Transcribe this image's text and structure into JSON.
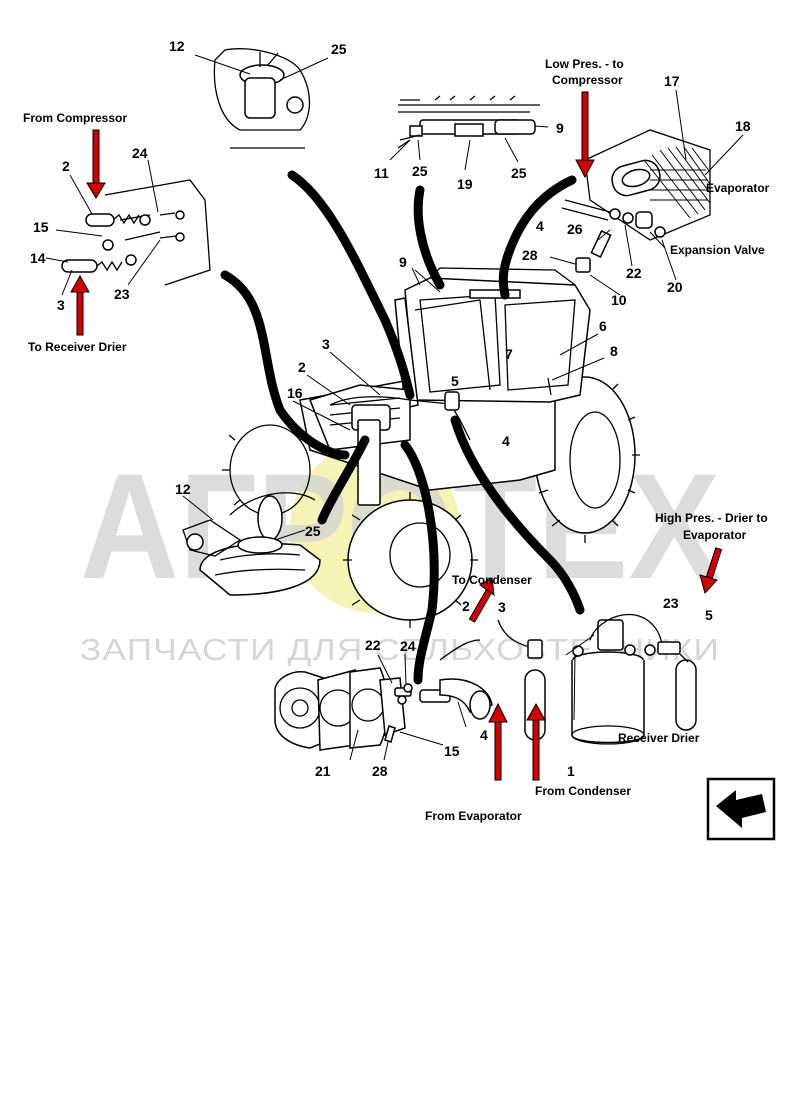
{
  "watermark": {
    "logo_text": "АГРОТЕХ",
    "subtitle": "ЗАПЧАСТИ ДЛЯ СЕЛЬХОЗТЕХНИКИ"
  },
  "captions": {
    "from_compressor": "From Compressor",
    "to_receiver_drier": "To Receiver Drier",
    "low_pres_line1": "Low Pres. - to",
    "low_pres_line2": "Compressor",
    "evaporator": "Evaporator",
    "expansion_valve": "Expansion Valve",
    "high_pres_line1": "High Pres. - Drier to",
    "high_pres_line2": "Evaporator",
    "to_condenser": "To Condenser",
    "receiver_drier": "Receiver Drier",
    "from_condenser": "From Condenser",
    "from_evaporator": "From Evaporator"
  },
  "callouts": {
    "n12_top": "12",
    "n25_top": "25",
    "n9_a": "9",
    "n11": "11",
    "n25_b": "25",
    "n19": "19",
    "n25_c": "25",
    "n17": "17",
    "n18": "18",
    "n4_a": "4",
    "n26": "26",
    "n28_a": "28",
    "n22_a": "22",
    "n20": "20",
    "n10": "10",
    "n2_a": "2",
    "n24_a": "24",
    "n15_a": "15",
    "n14": "14",
    "n3_a": "3",
    "n23_a": "23",
    "n9_b": "9",
    "n6": "6",
    "n3_b": "3",
    "n7": "7",
    "n8": "8",
    "n2_b": "2",
    "n5_a": "5",
    "n16": "16",
    "n4_b": "4",
    "n12_mid": "12",
    "n25_mid": "25",
    "n2_c": "2",
    "n3_c": "3",
    "n23_b": "23",
    "n5_b": "5",
    "n22_b": "22",
    "n24_b": "24",
    "n4_c": "4",
    "n15_b": "15",
    "n21": "21",
    "n28_b": "28",
    "n1": "1"
  },
  "colors": {
    "arrow": "#d40000",
    "watermark": "#d4d4d4",
    "watermark_badge": "#f4f09c"
  },
  "nav_icon": "arrow-back-icon"
}
